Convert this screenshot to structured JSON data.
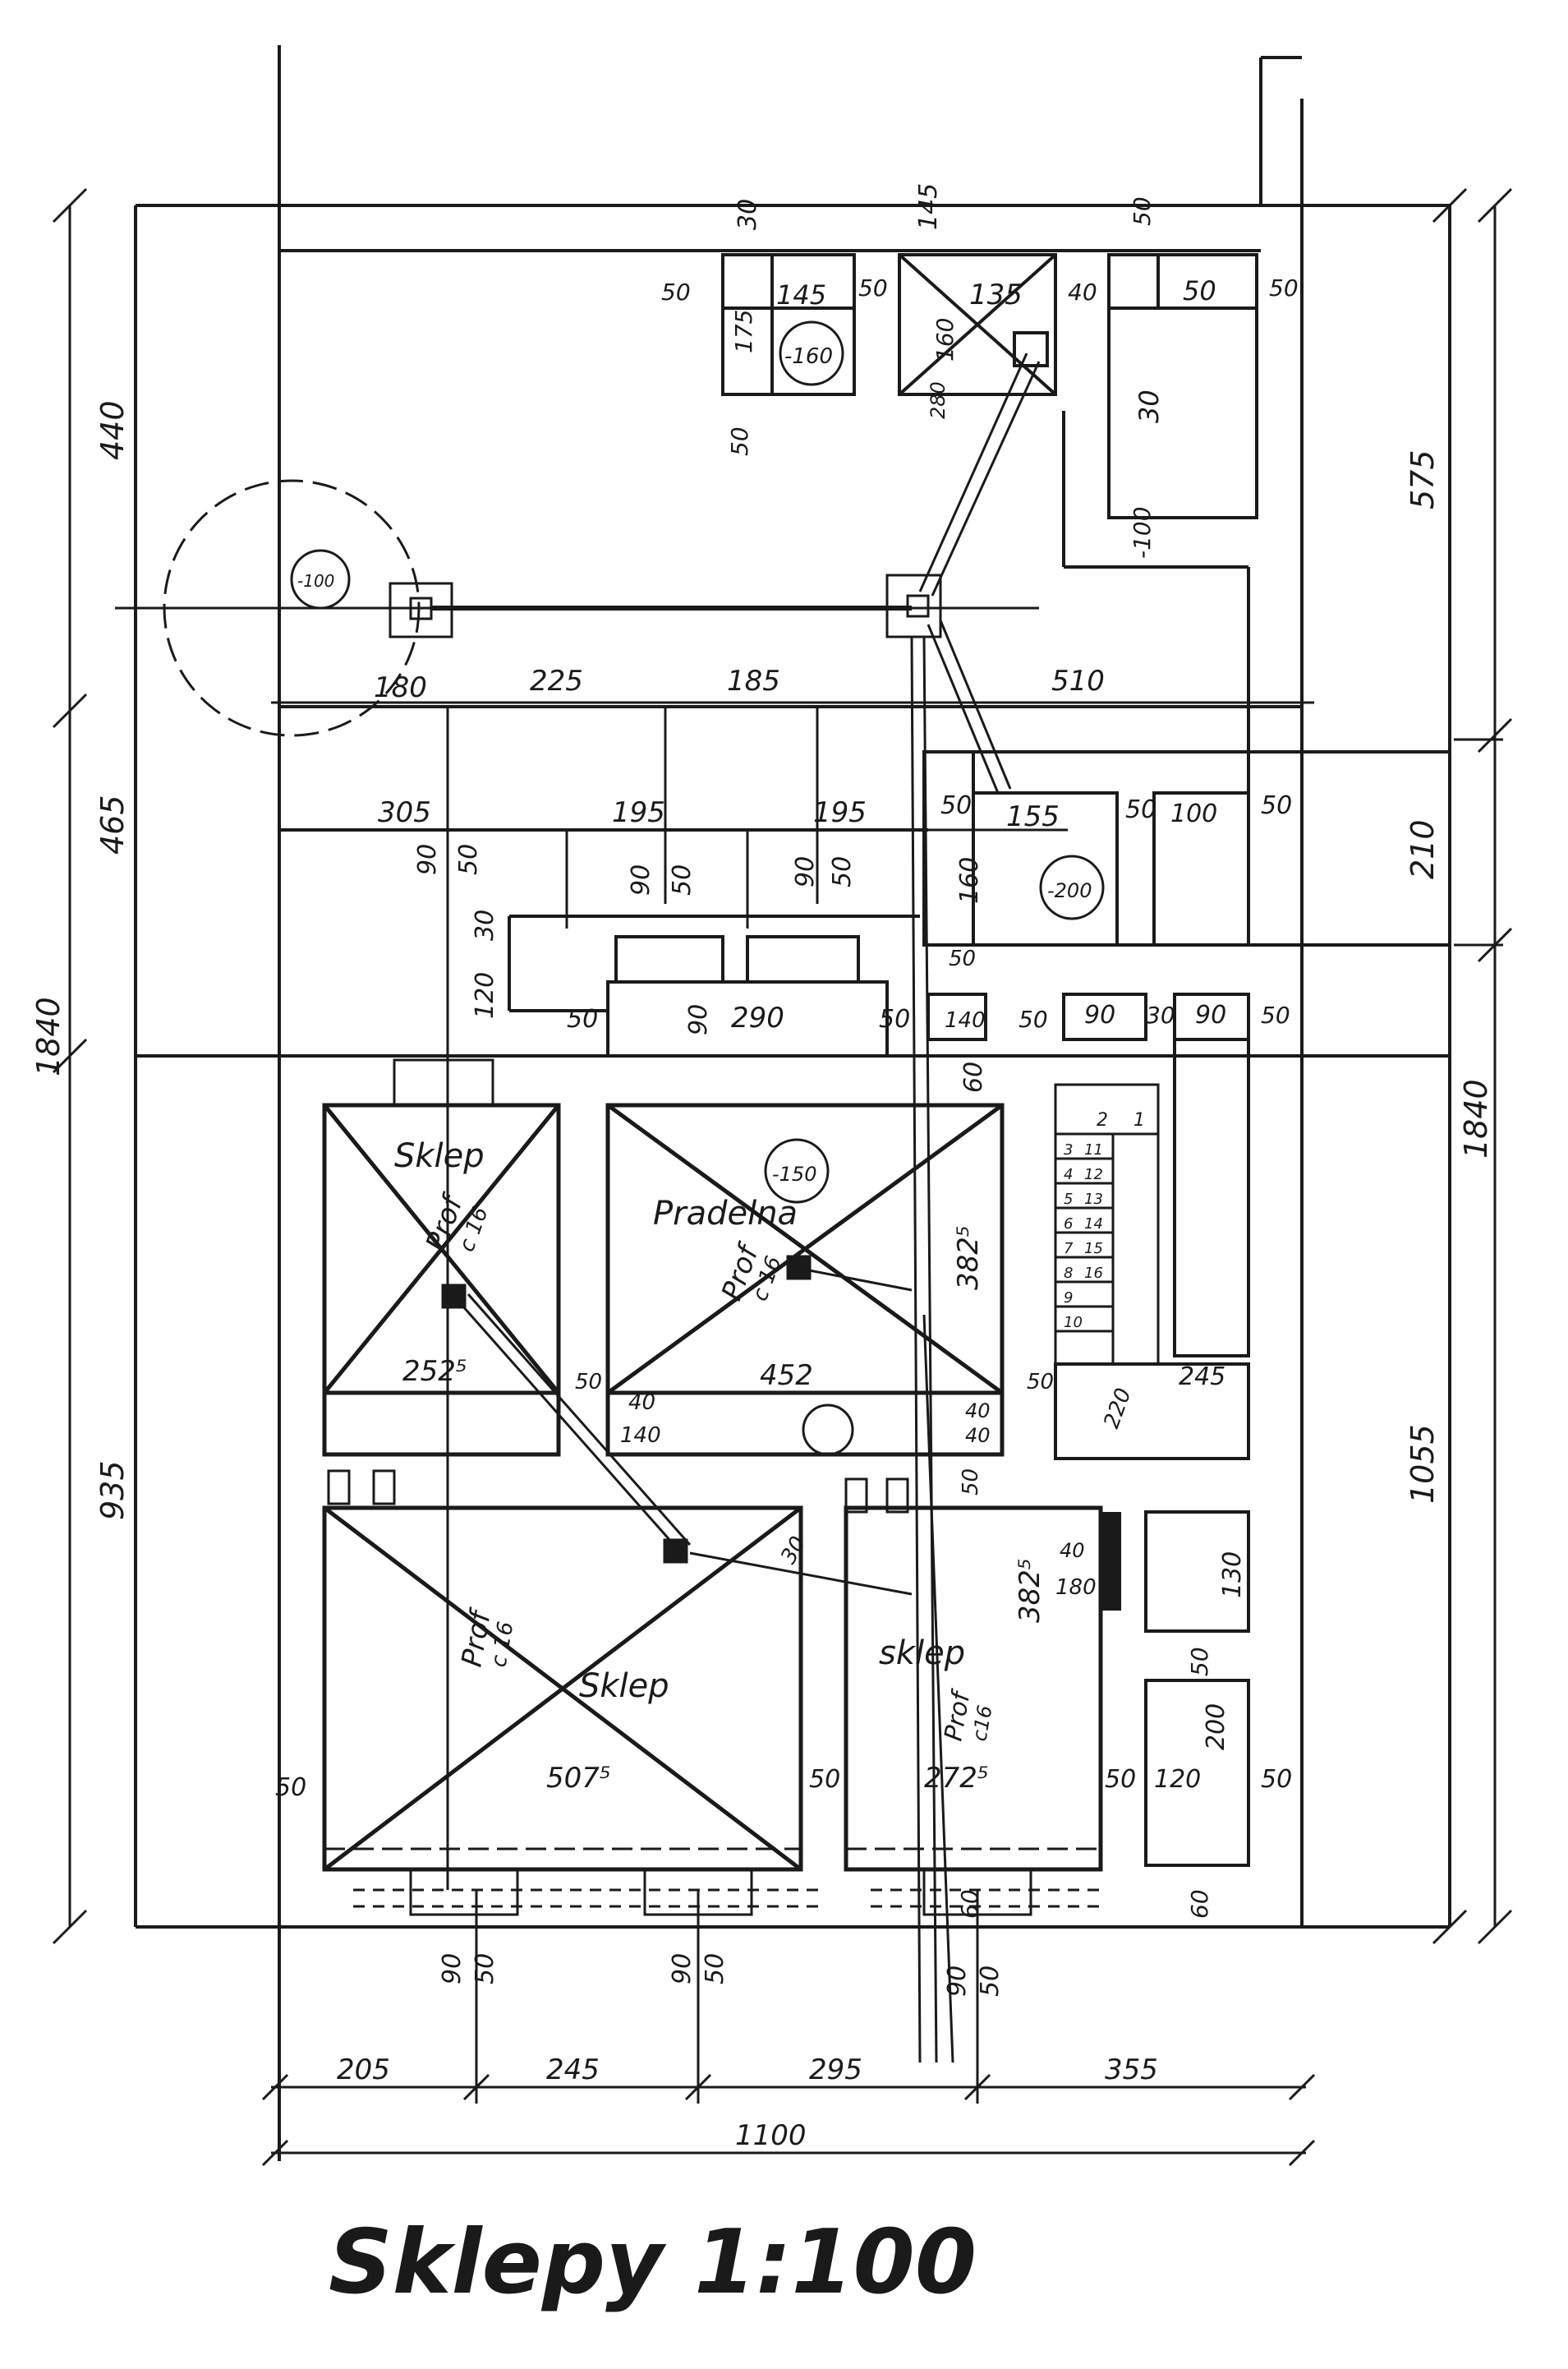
{
  "title": "Sklepy 1:100",
  "rooms": {
    "sklep_top": "Sklep",
    "pradelna": "Pradelna",
    "sklep_bottom": "Sklep",
    "sklep_right": "sklep"
  },
  "profiles": [
    "Prof",
    "c 16",
    "Prof",
    "c 16",
    "Prof",
    "c 16",
    "Prof",
    "c16"
  ],
  "round_marks": [
    "-160",
    "-100",
    "-200",
    "-150"
  ],
  "stair_numbers": [
    "1",
    "2",
    "3",
    "4",
    "5",
    "6",
    "7",
    "8",
    "9",
    "10",
    "11",
    "12",
    "13",
    "14",
    "15",
    "16"
  ],
  "dimensions": {
    "bottom_chain": [
      "205",
      "245",
      "295",
      "355"
    ],
    "bottom_total": "1100",
    "left_chain": [
      "440",
      "465",
      "935"
    ],
    "left_total": "1840",
    "right_chain": [
      "575",
      "210",
      "1055"
    ],
    "right_total": "1840",
    "top_row": [
      "180",
      "225",
      "185",
      "510"
    ],
    "second_row": [
      "305",
      "195",
      "195"
    ],
    "inner": [
      "90",
      "50",
      "30",
      "120",
      "90",
      "50",
      "90",
      "50",
      "50",
      "90",
      "290",
      "50",
      "60",
      "50",
      "155",
      "50",
      "100",
      "50",
      "160",
      "50",
      "140",
      "50",
      "90",
      "30",
      "90",
      "50",
      "252⁵",
      "50",
      "40",
      "140",
      "452",
      "50",
      "382⁵",
      "40",
      "40",
      "50",
      "245",
      "220",
      "50",
      "507⁵",
      "50",
      "30",
      "130",
      "180",
      "382⁵",
      "40",
      "272⁵",
      "50",
      "50",
      "120",
      "200",
      "50",
      "60",
      "60",
      "90",
      "50",
      "90",
      "50",
      "90",
      "50",
      "30",
      "145",
      "50",
      "145",
      "50",
      "175",
      "50",
      "135",
      "40",
      "160",
      "280",
      "50",
      "30",
      "50",
      "50",
      "-100"
    ]
  }
}
